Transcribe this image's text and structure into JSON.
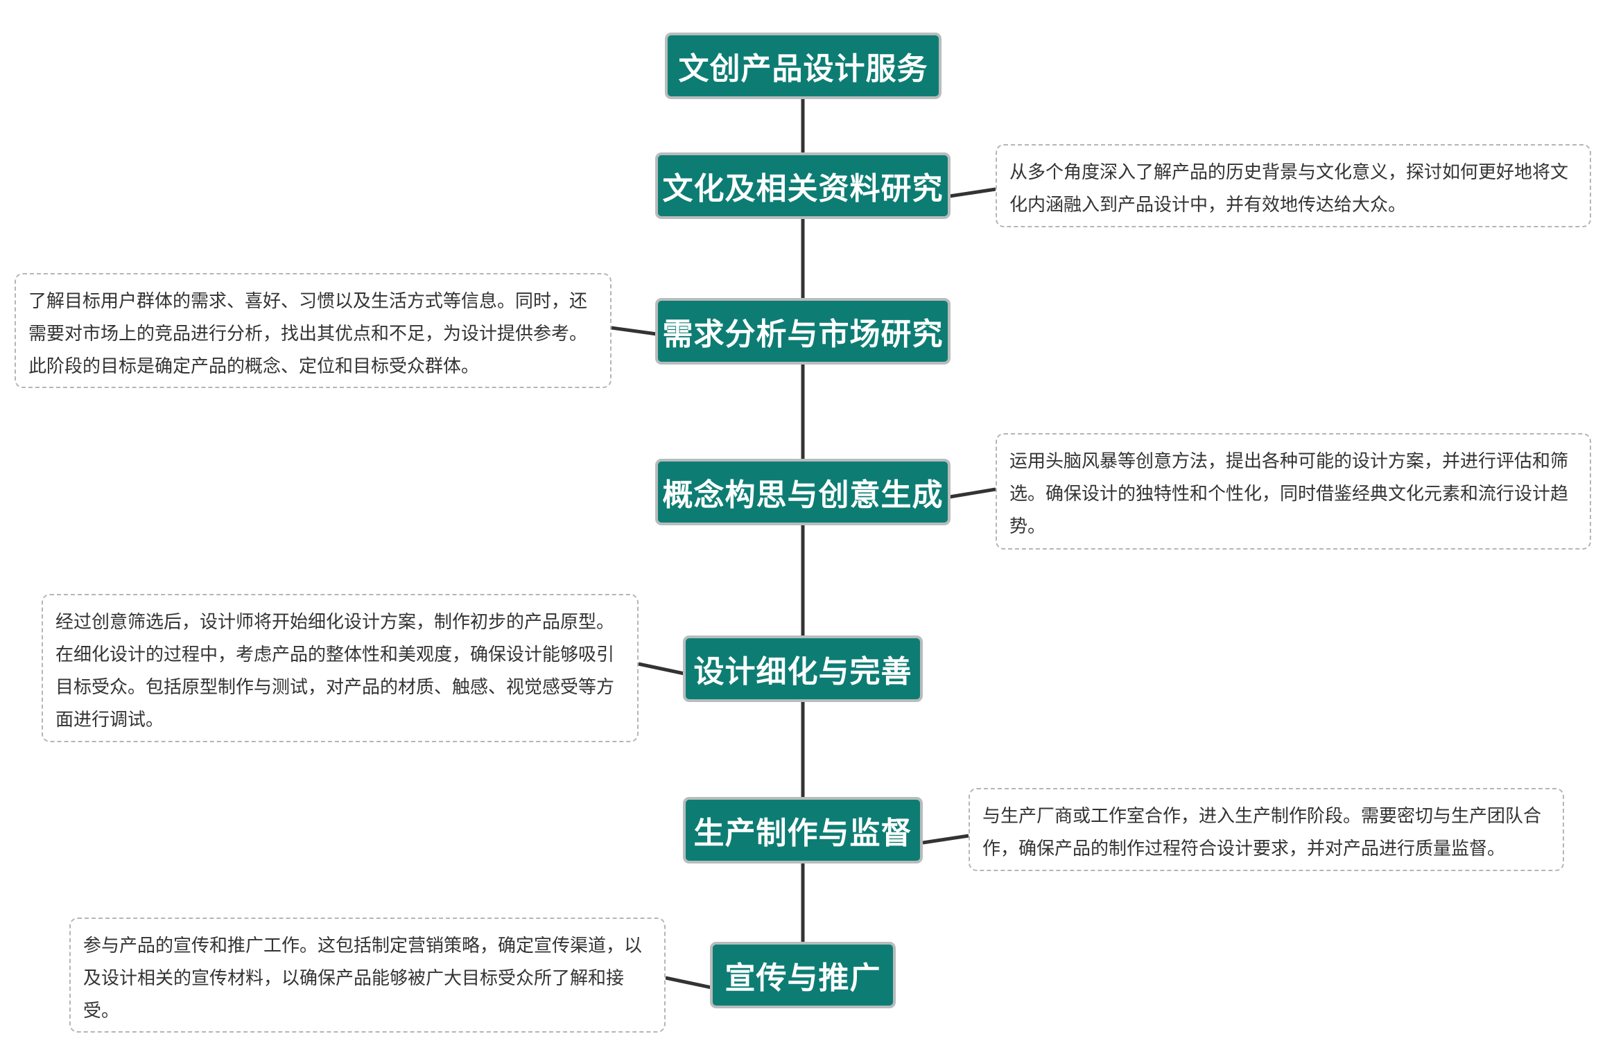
{
  "diagram": {
    "root": {
      "label": "文创产品设计服务"
    },
    "steps": [
      {
        "label": "文化及相关资料研究",
        "note": "从多个角度深入了解产品的历史背景与文化意义，探讨如何更好地将文化内涵融入到产品设计中，并有效地传达给大众。",
        "side": "right"
      },
      {
        "label": "需求分析与市场研究",
        "note": "了解目标用户群体的需求、喜好、习惯以及生活方式等信息。同时，还需要对市场上的竞品进行分析，找出其优点和不足，为设计提供参考。此阶段的目标是确定产品的概念、定位和目标受众群体。",
        "side": "left"
      },
      {
        "label": "概念构思与创意生成",
        "note": "运用头脑风暴等创意方法，提出各种可能的设计方案，并进行评估和筛选。确保设计的独特性和个性化，同时借鉴经典文化元素和流行设计趋势。",
        "side": "right"
      },
      {
        "label": "设计细化与完善",
        "note": "经过创意筛选后，设计师将开始细化设计方案，制作初步的产品原型。在细化设计的过程中，考虑产品的整体性和美观度，确保设计能够吸引目标受众。包括原型制作与测试，对产品的材质、触感、视觉感受等方面进行调试。",
        "side": "left"
      },
      {
        "label": "生产制作与监督",
        "note": "与生产厂商或工作室合作，进入生产制作阶段。需要密切与生产团队合作，确保产品的制作过程符合设计要求，并对产品进行质量监督。",
        "side": "right"
      },
      {
        "label": "宣传与推广",
        "note": "参与产品的宣传和推广工作。这包括制定营销策略，确定宣传渠道，以及设计相关的宣传材料，以确保产品能够被广大目标受众所了解和接受。",
        "side": "left"
      }
    ],
    "colors": {
      "node_fill": "#0d7d74",
      "node_border": "#b9bcbc",
      "node_text": "#ffffff",
      "line": "#333333",
      "note_border": "#b5b5b5",
      "note_text": "#333333"
    }
  }
}
